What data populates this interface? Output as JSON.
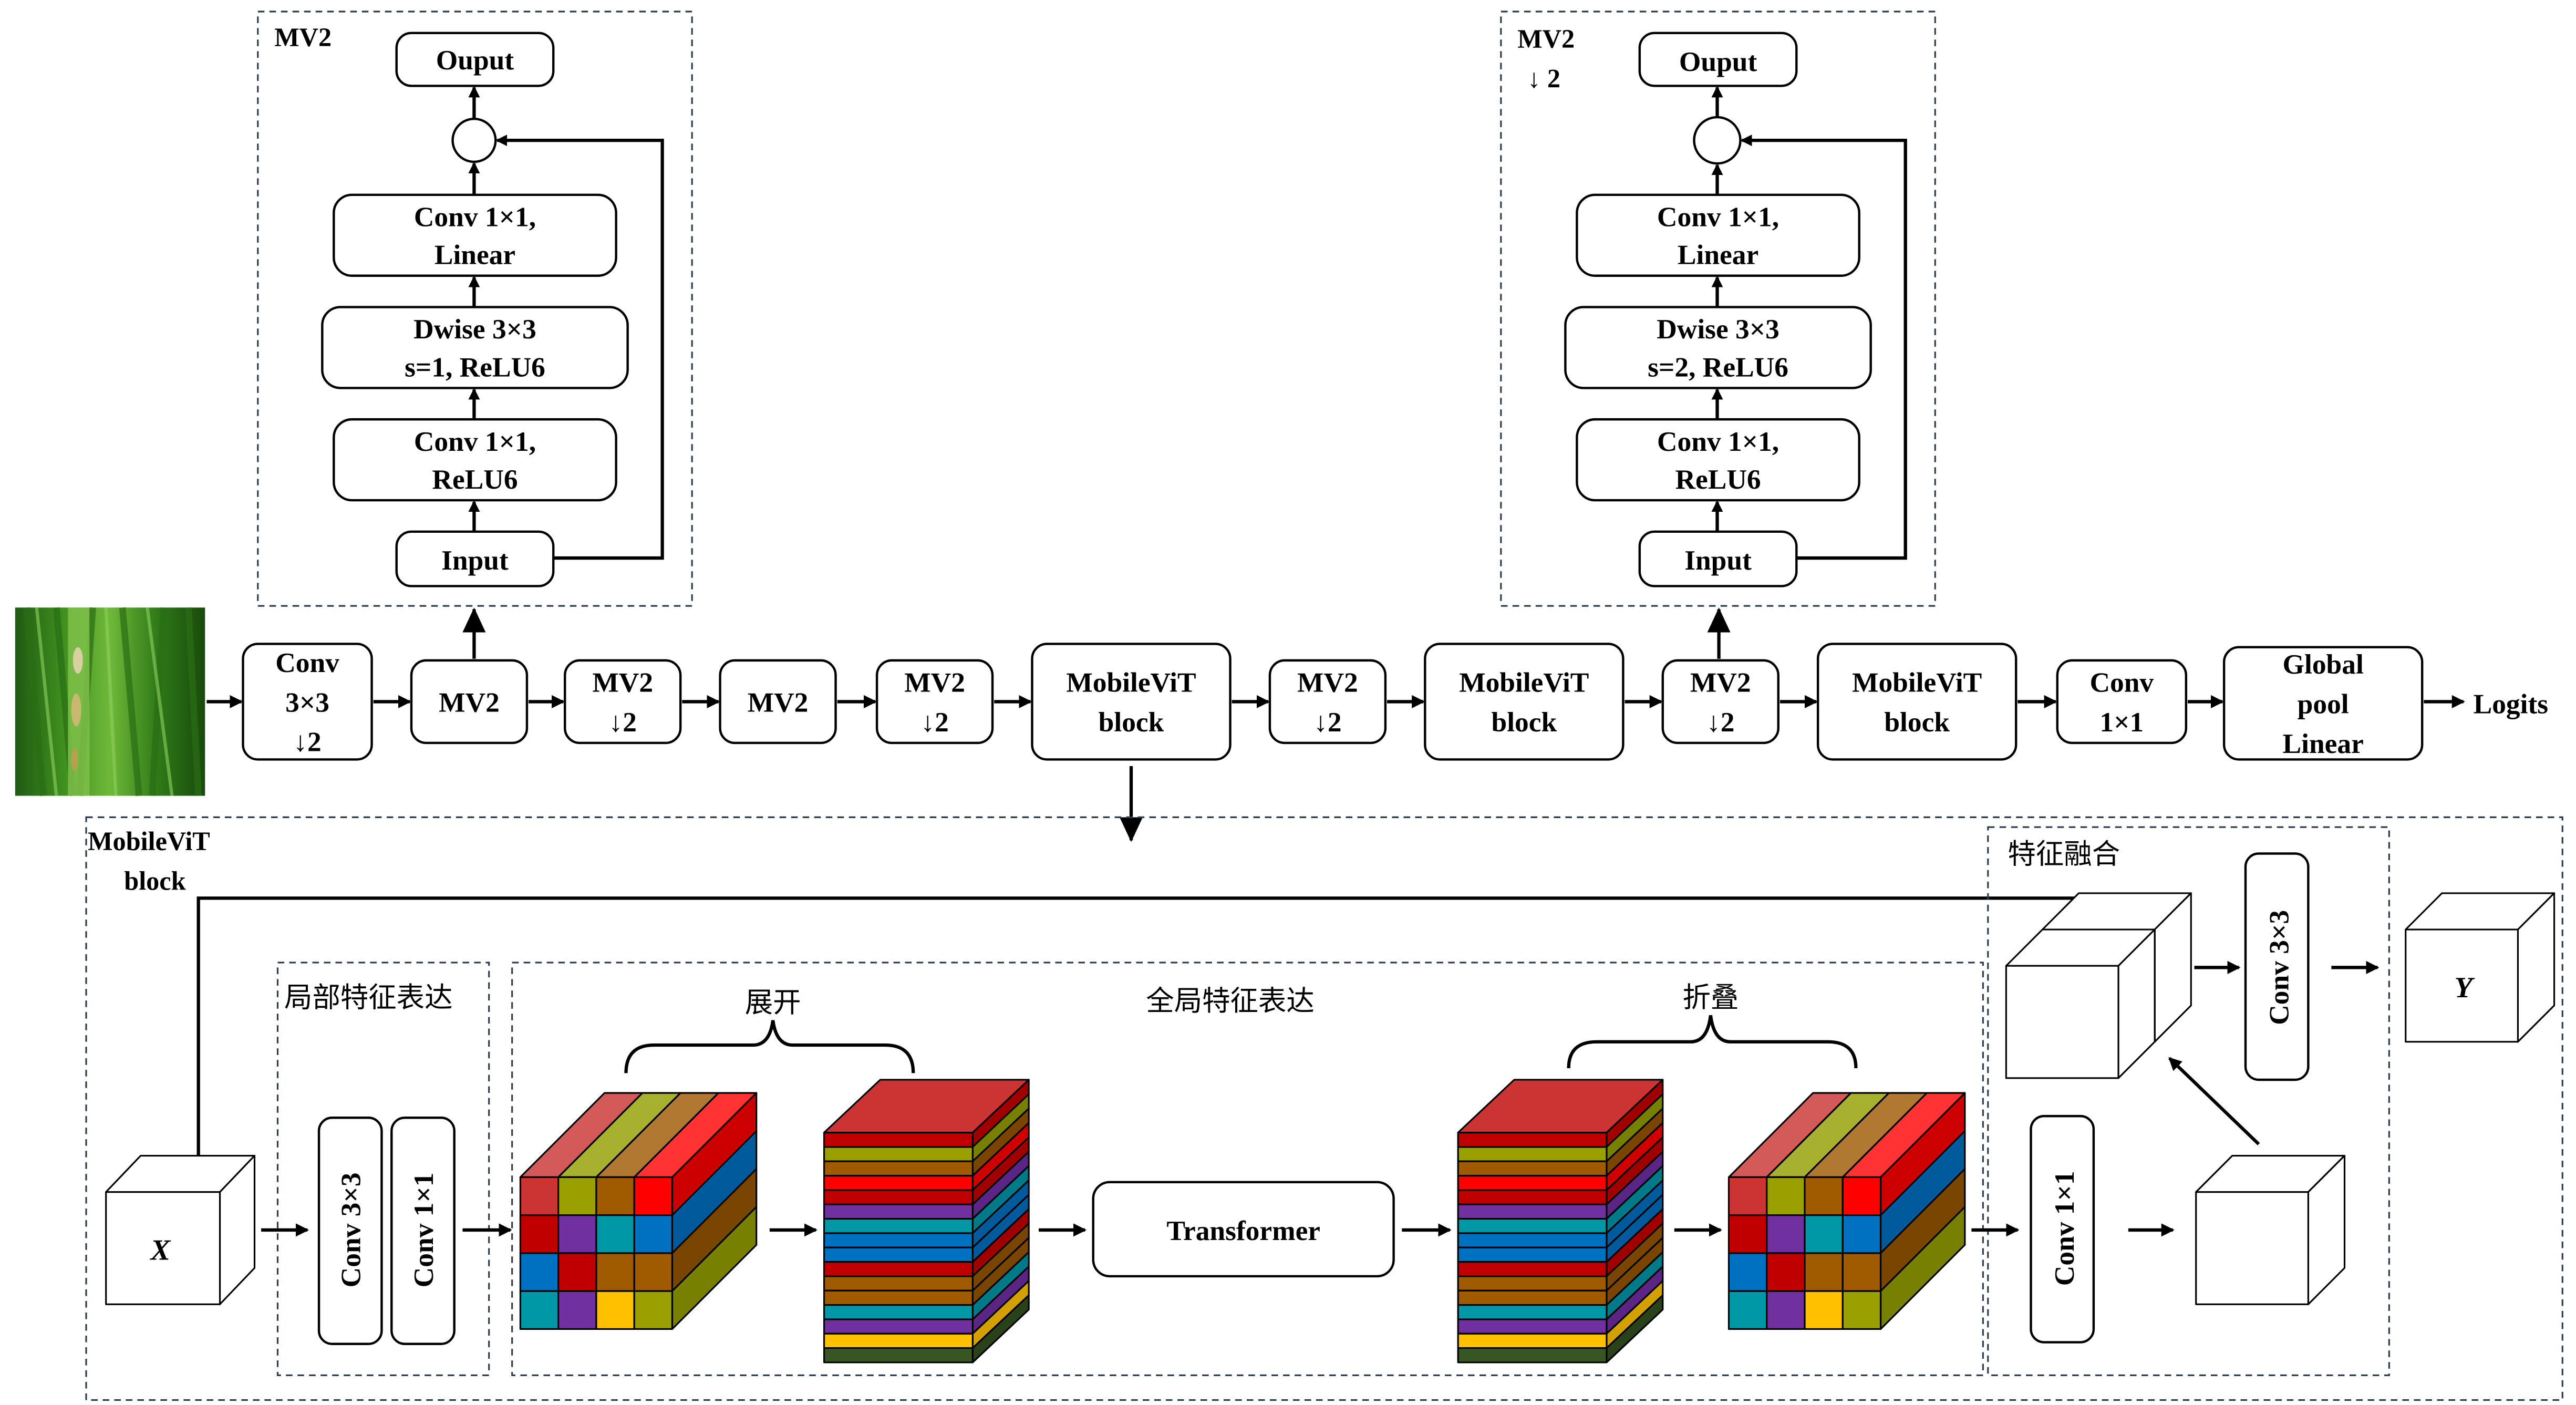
{
  "figure": {
    "input_image_alt": "rice leaf image",
    "output_label": "Logits"
  },
  "main_row": {
    "blocks": [
      {
        "id": "conv3x3",
        "lines": [
          "Conv",
          "3×3",
          "↓2"
        ]
      },
      {
        "id": "mv2-1",
        "lines": [
          "MV2"
        ]
      },
      {
        "id": "mv2-2",
        "lines": [
          "MV2",
          "↓2"
        ]
      },
      {
        "id": "mv2-3",
        "lines": [
          "MV2"
        ]
      },
      {
        "id": "mv2-4",
        "lines": [
          "MV2",
          "↓2"
        ]
      },
      {
        "id": "mobilevit-1",
        "lines": [
          "MobileViT",
          "block"
        ]
      },
      {
        "id": "mv2-5",
        "lines": [
          "MV2",
          "↓2"
        ]
      },
      {
        "id": "mobilevit-2",
        "lines": [
          "MobileViT",
          "block"
        ]
      },
      {
        "id": "mv2-6",
        "lines": [
          "MV2",
          "↓2"
        ]
      },
      {
        "id": "mobilevit-3",
        "lines": [
          "MobileViT",
          "block"
        ]
      },
      {
        "id": "conv1x1",
        "lines": [
          "Conv",
          "1×1"
        ]
      },
      {
        "id": "global-pool",
        "lines": [
          "Global",
          "pool",
          "Linear"
        ]
      }
    ]
  },
  "mv2_detail": {
    "title": "MV2",
    "output": "Ouput",
    "layers": [
      [
        "Conv 1×1,",
        "Linear"
      ],
      [
        "Dwise 3×3",
        "s=1, ReLU6"
      ],
      [
        "Conv 1×1,",
        "ReLU6"
      ]
    ],
    "input": "Input"
  },
  "mv2_down_detail": {
    "title": [
      "MV2",
      "↓ 2"
    ],
    "output": "Ouput",
    "layers": [
      [
        "Conv 1×1,",
        "Linear"
      ],
      [
        "Dwise 3×3",
        "s=2, ReLU6"
      ],
      [
        "Conv 1×1,",
        "ReLU6"
      ]
    ],
    "input": "Input"
  },
  "mobilevit_detail": {
    "title": [
      "MobileViT",
      "block"
    ],
    "input_label": "X",
    "output_label": "Y",
    "local": {
      "title": "局部特征表达",
      "convs": [
        "Conv 3×3",
        "Conv 1×1"
      ]
    },
    "global": {
      "title": "全局特征表达",
      "unfold_label": "展开",
      "fold_label": "折叠",
      "transformer_label": "Transformer"
    },
    "fusion": {
      "title": "特征融合",
      "conv1x1": "Conv 1×1",
      "conv3x3": "Conv 3×3"
    },
    "colors": {
      "grid_front": [
        [
          "#cc3333",
          "#99a000",
          "#a05a00",
          "#ff0000"
        ],
        [
          "#c00000",
          "#7030a0",
          "#0097a7",
          "#0070c0"
        ],
        [
          "#0070c0",
          "#c00000",
          "#a05a00",
          "#a05a00"
        ],
        [
          "#0097a7",
          "#7030a0",
          "#ffc000",
          "#99a000"
        ]
      ],
      "grid_top": [
        "#d45a5a",
        "#a8b030",
        "#b07830",
        "#ff3333"
      ],
      "grid_side": [
        "#cc0000",
        "#005a9c",
        "#7a4500",
        "#788000"
      ],
      "stack_layers": [
        "#c00000",
        "#99a000",
        "#a05a00",
        "#ff0000",
        "#c00000",
        "#7030a0",
        "#0097a7",
        "#0070c0",
        "#0070c0",
        "#c00000",
        "#a05a00",
        "#a05a00",
        "#0097a7",
        "#7030a0",
        "#ffc000",
        "#375623"
      ],
      "stack_side": [
        "#a00000",
        "#788000",
        "#7a4500",
        "#d00000",
        "#a00000",
        "#5a2585",
        "#007a88",
        "#005a9c",
        "#005a9c",
        "#a00000",
        "#7a4500",
        "#7a4500",
        "#007a88",
        "#5a2585",
        "#d4a000",
        "#2a4219"
      ],
      "stack_top": "#cc3333"
    }
  }
}
